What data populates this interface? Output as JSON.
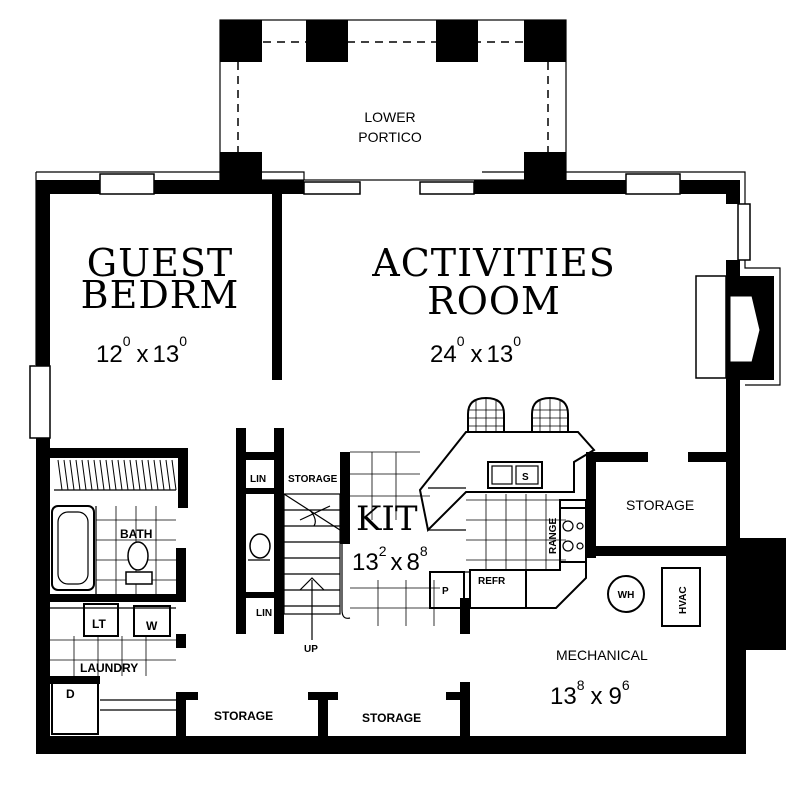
{
  "rooms": {
    "portico": {
      "line1": "LOWER",
      "line2": "PORTICO"
    },
    "guest": {
      "line1": "GUEST",
      "line2": "BEDRM",
      "dim_a": "12",
      "dim_a_sup": "0",
      "dim_b": "13",
      "dim_b_sup": "0"
    },
    "activities": {
      "line1": "ACTIVITIES",
      "line2": "ROOM",
      "dim_a": "24",
      "dim_a_sup": "0",
      "dim_b": "13",
      "dim_b_sup": "0"
    },
    "kit": {
      "label": "KIT",
      "dim_a": "13",
      "dim_a_sup": "2",
      "dim_b": "8",
      "dim_b_sup": "8"
    },
    "mechanical": {
      "label": "MECHANICAL",
      "dim_a": "13",
      "dim_a_sup": "8",
      "dim_b": "9",
      "dim_b_sup": "6"
    },
    "bath": "BATH",
    "laundry": "LAUNDRY",
    "storage_right": "STORAGE",
    "storage_stair": "STORAGE",
    "storage_bottom_left": "STORAGE",
    "storage_bottom_mid": "STORAGE"
  },
  "fixtures": {
    "lin_top": "LIN",
    "lin_bottom": "LIN",
    "lt": "LT",
    "washer": "W",
    "dryer": "D",
    "refr": "REFR",
    "pantry": "P",
    "range": "RANGE",
    "sink": "S",
    "water_heater": "WH",
    "hvac": "HVAC",
    "stair_up": "UP",
    "dim_separator": "x"
  }
}
